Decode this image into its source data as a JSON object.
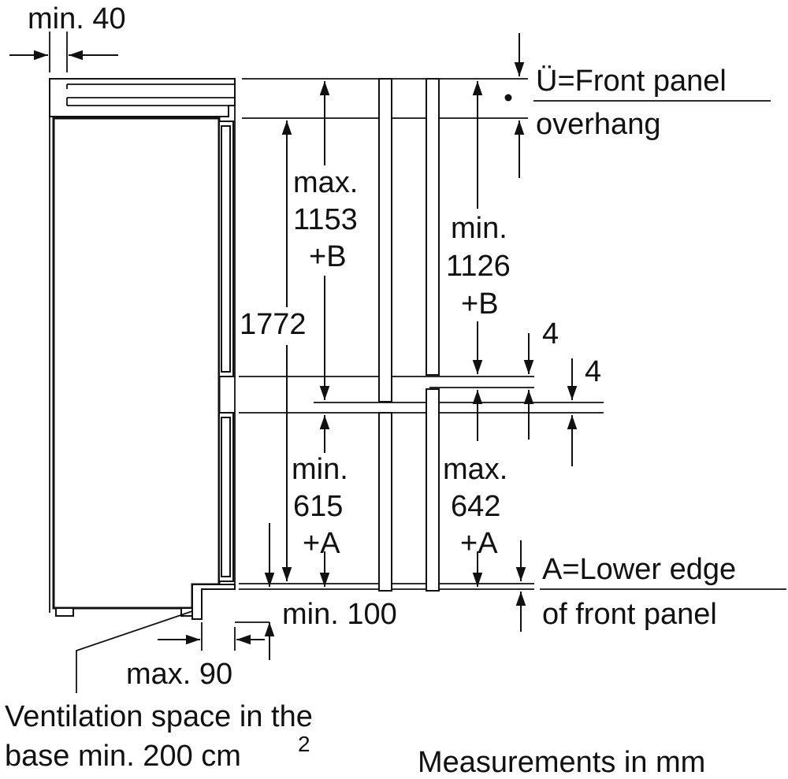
{
  "labels": {
    "min40": "min. 40",
    "overhang_line1": "Ü=Front panel",
    "overhang_line2": "overhang",
    "max1153_l1": "max.",
    "max1153_l2": "1153",
    "max1153_l3": "+B",
    "h1772": "1772",
    "min1126_l1": "min.",
    "min1126_l2": "1126",
    "min1126_l3": "+B",
    "gap4_a": "4",
    "gap4_b": "4",
    "min615_l1": "min.",
    "min615_l2": "615",
    "min615_l3": "+A",
    "max642_l1": "max.",
    "max642_l2": "642",
    "max642_l3": "+A",
    "lower_edge_l1": "A=Lower edge",
    "lower_edge_l2": "of front panel",
    "min100": "min. 100",
    "max90": "max. 90",
    "vent_l1": "Ventilation space in the",
    "vent_l2": "base min. 200 cm",
    "vent_sup": "2",
    "units": "Measurements in mm"
  }
}
